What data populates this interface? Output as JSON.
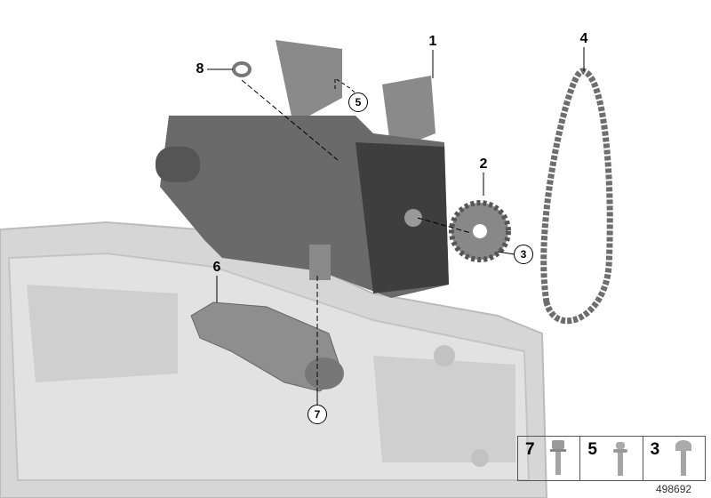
{
  "callouts": {
    "c1": "1",
    "c2": "2",
    "c3": "3",
    "c4": "4",
    "c5": "5",
    "c6": "6",
    "c7": "7",
    "c8": "8"
  },
  "legend": [
    {
      "number": "7",
      "icon": "hex-bolt-icon"
    },
    {
      "number": "5",
      "icon": "flange-bolt-icon"
    },
    {
      "number": "3",
      "icon": "torx-bolt-icon"
    }
  ],
  "diagram_id": "498692",
  "colors": {
    "pan": "#d4d4d4",
    "pump": "#5e5e5e",
    "chain": "#7a7a7a"
  }
}
